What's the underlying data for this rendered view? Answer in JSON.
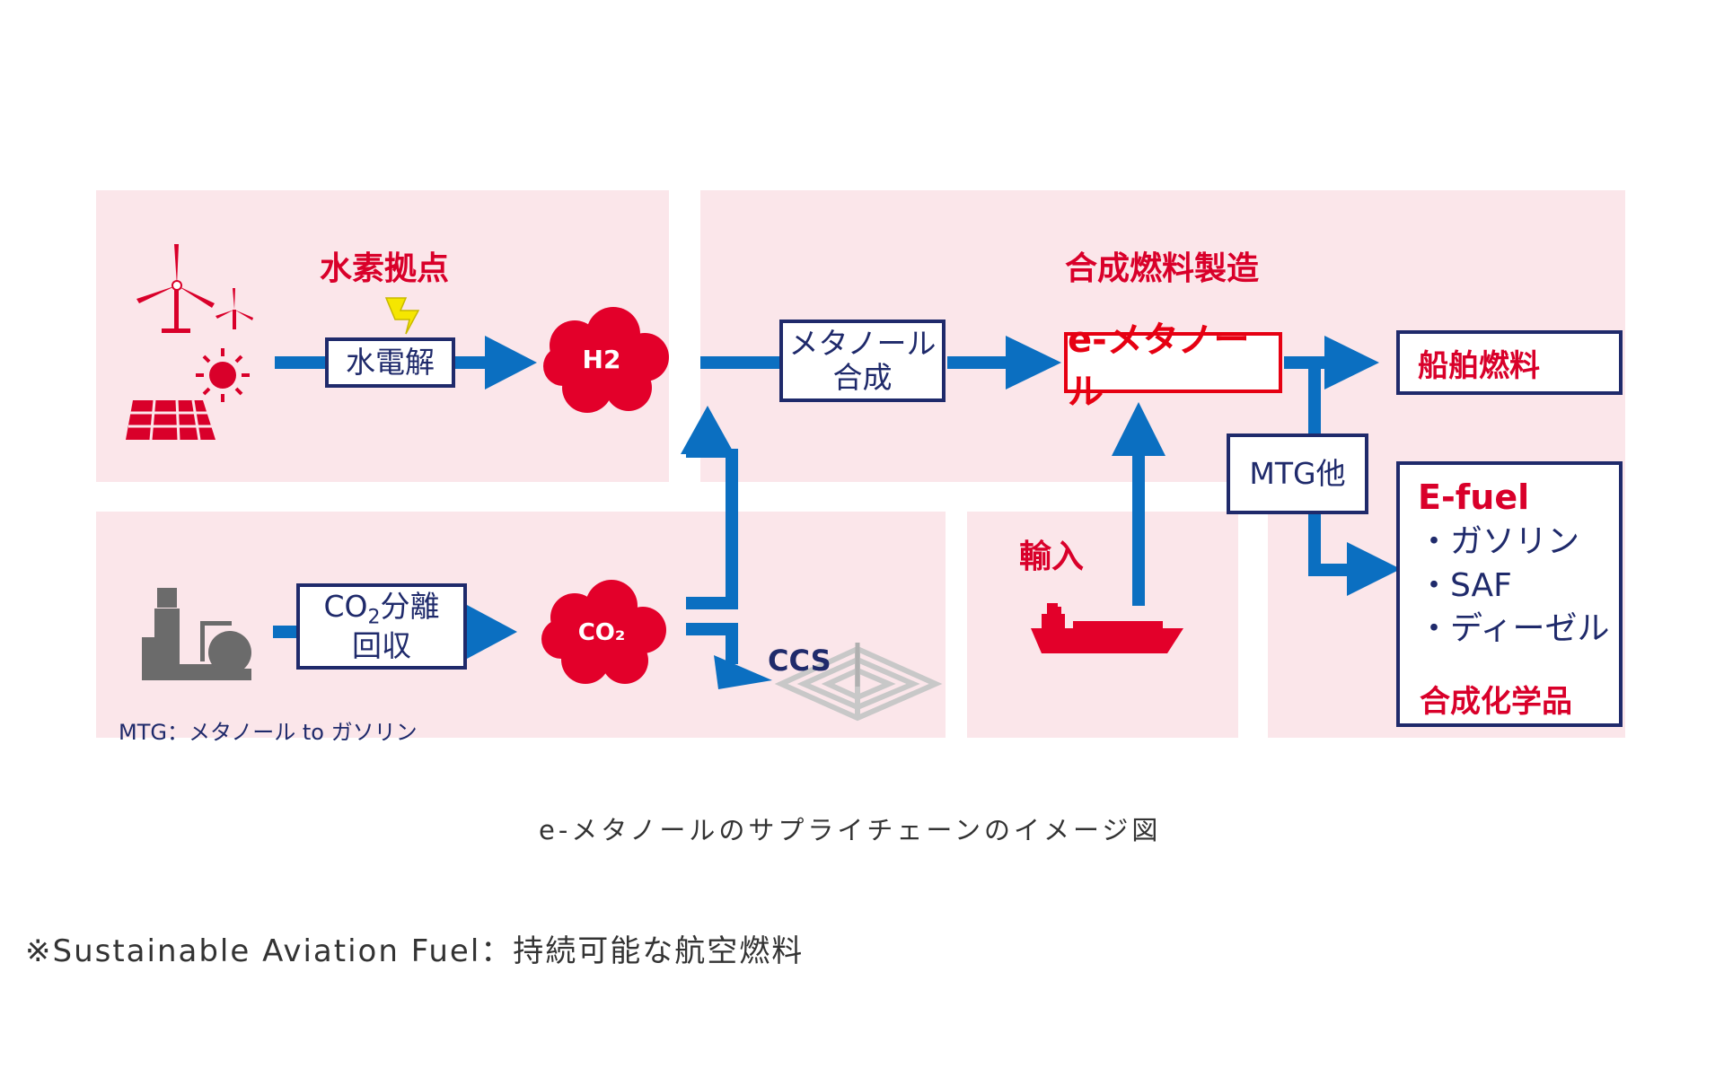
{
  "diagram": {
    "sections": {
      "hydrogen_hub": "水素拠点",
      "synthetic_fuel": "合成燃料製造",
      "import": "輸入"
    },
    "nodes": {
      "electrolysis": "水電解",
      "h2": "H2",
      "co2_line1_prefix": "CO",
      "co2_line1_sub": "2",
      "co2_line1_suffix": "分離",
      "co2_line2": "回収",
      "co2_cloud": "CO₂",
      "methanol_synth_line1": "メタノール",
      "methanol_synth_line2": "合成",
      "e_methanol": "e-メタノール",
      "marine_fuel": "船舶燃料",
      "mtg_other": "MTG他",
      "ccs": "CCS",
      "efuel_title": "E-fuel",
      "efuel_items": [
        "・ガソリン",
        "・SAF",
        "・ディーゼル"
      ],
      "chemicals": "合成化学品"
    },
    "legend": "MTG：メタノール to ガソリン"
  },
  "caption": "e-メタノールのサプライチェーンのイメージ図",
  "footnote": "※Sustainable Aviation Fuel：持続可能な航空燃料",
  "colors": {
    "panel_pink": "#fbe6ea",
    "brand_red": "#d9002a",
    "navy": "#1f2a6b",
    "arrow_blue": "#0b6fc1"
  }
}
